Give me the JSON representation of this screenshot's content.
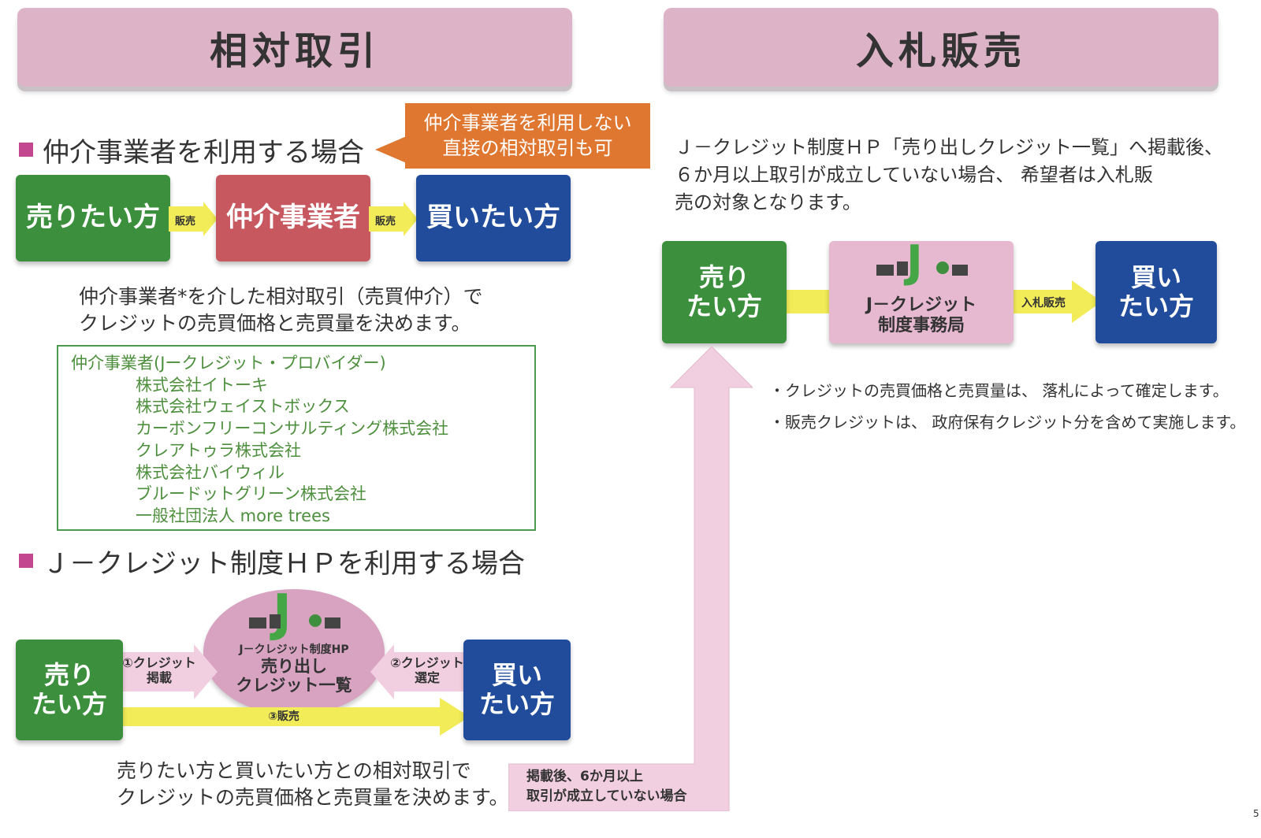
{
  "left": {
    "header": "相対取引",
    "section1": {
      "title": "仲介事業者を利用する場合",
      "callout": [
        "仲介事業者を利用しない",
        "直接の相対取引も可"
      ],
      "flow": {
        "seller": "売りたい方",
        "broker": "仲介事業者",
        "buyer": "買いたい方",
        "arrow1": "販売",
        "arrow2": "販売"
      },
      "description": [
        "仲介事業者*を介した相対取引（売買仲介）で",
        "クレジットの売買価格と売買量を決めます。"
      ],
      "providers": {
        "heading": "仲介事業者(Jークレジット・プロバイダー)",
        "items": [
          "株式会社イトーキ",
          "株式会社ウェイストボックス",
          "カーボンフリーコンサルティング株式会社",
          "クレアトゥラ株式会社",
          "株式会社バイウィル",
          "ブルードットグリーン株式会社",
          "一般社団法人 more trees"
        ]
      }
    },
    "section2": {
      "title": "Ｊ－クレジット制度ＨＰを利用する場合",
      "seller": [
        "売り",
        "たい方"
      ],
      "buyer": [
        "買い",
        "たい方"
      ],
      "hub": {
        "sub": "J－クレジット制度HP",
        "main": [
          "売り出し",
          "クレジット一覧"
        ]
      },
      "step1": [
        "①クレジット",
        "掲載"
      ],
      "step2": [
        "②クレジット",
        "選定"
      ],
      "step3": "③販売",
      "description": [
        "売りたい方と買いたい方との相対取引で",
        "クレジットの売買価格と売買量を決めます。"
      ]
    }
  },
  "right": {
    "header": "入札販売",
    "description": [
      "Ｊ－クレジット制度ＨＰ「売り出しクレジット一覧」へ掲載後、",
      "６か月以上取引が成立していない場合、 希望者は入札販",
      "売の対象となります。"
    ],
    "seller": [
      "売り",
      "たい方"
    ],
    "buyer": [
      "買い",
      "たい方"
    ],
    "office": [
      "J－クレジット",
      "制度事務局"
    ],
    "arrow_label": "入札販売",
    "bullets": [
      "・クレジットの売買価格と売買量は、 落札によって確定します。",
      "・販売クレジットは、 政府保有クレジット分を含めて実施します。"
    ]
  },
  "bottom_arrow_label": [
    "掲載後、6か月以上",
    "取引が成立していない場合"
  ],
  "page_number": "5",
  "colors": {
    "header_pink": "#ddb3c8",
    "green": "#3c8f3c",
    "red": "#c8585f",
    "blue": "#214c9b",
    "orange": "#e07730",
    "yellow": "#f2ec58",
    "magenta": "#c2478f"
  }
}
